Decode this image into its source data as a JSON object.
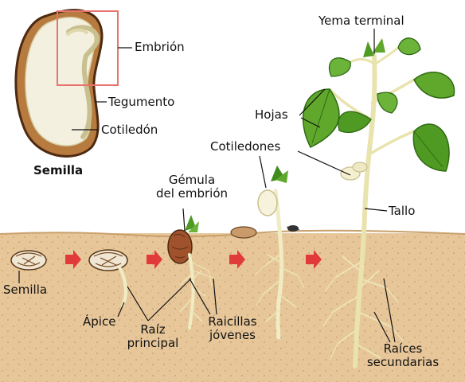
{
  "labels": {
    "embrion": "Embrión",
    "tegumento": "Tegumento",
    "cotiledon": "Cotiledón",
    "semilla_title": "Semilla",
    "gemula_1": "Gémula",
    "gemula_2": "del embrión",
    "cotiledones": "Cotiledones",
    "yema_terminal": "Yema terminal",
    "hojas": "Hojas",
    "tallo": "Tallo",
    "semilla_stage": "Semilla",
    "apice": "Ápice",
    "raiz_1": "Raíz",
    "raiz_2": "principal",
    "raicillas_1": "Raicillas",
    "raicillas_2": "jóvenes",
    "raices_1": "Raíces",
    "raices_2": "secundarias"
  },
  "colors": {
    "soil": "#e7c79a",
    "arrow": "#e03a3a",
    "highlight_box": "#e8736f",
    "leaf": "#5fa82c",
    "stem": "#ece7b4",
    "seed_coat": "#7a4a1f"
  }
}
